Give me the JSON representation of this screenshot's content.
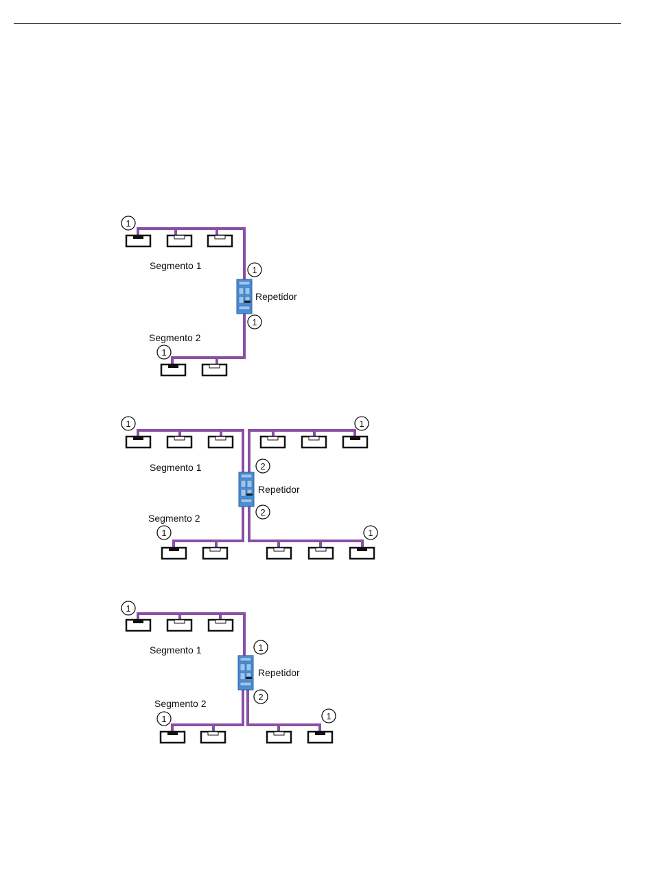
{
  "diagrams": [
    {
      "segment1_label": "Segmento 1",
      "segment2_label": "Segmento 2",
      "repeater_label": "Repetidor",
      "markers": [
        "1",
        "1",
        "1",
        "1"
      ]
    },
    {
      "segment1_label": "Segmento 1",
      "segment2_label": "Segmento 2",
      "repeater_label": "Repetidor",
      "markers": [
        "1",
        "1",
        "2",
        "2",
        "1",
        "1"
      ]
    },
    {
      "segment1_label": "Segmento 1",
      "segment2_label": "Segmento 2",
      "repeater_label": "Repetidor",
      "markers": [
        "1",
        "1",
        "2",
        "1",
        "1"
      ]
    }
  ],
  "colors": {
    "cable": "#8a4fa6",
    "repeater": "#4a8fd6",
    "station_border": "#111111"
  }
}
